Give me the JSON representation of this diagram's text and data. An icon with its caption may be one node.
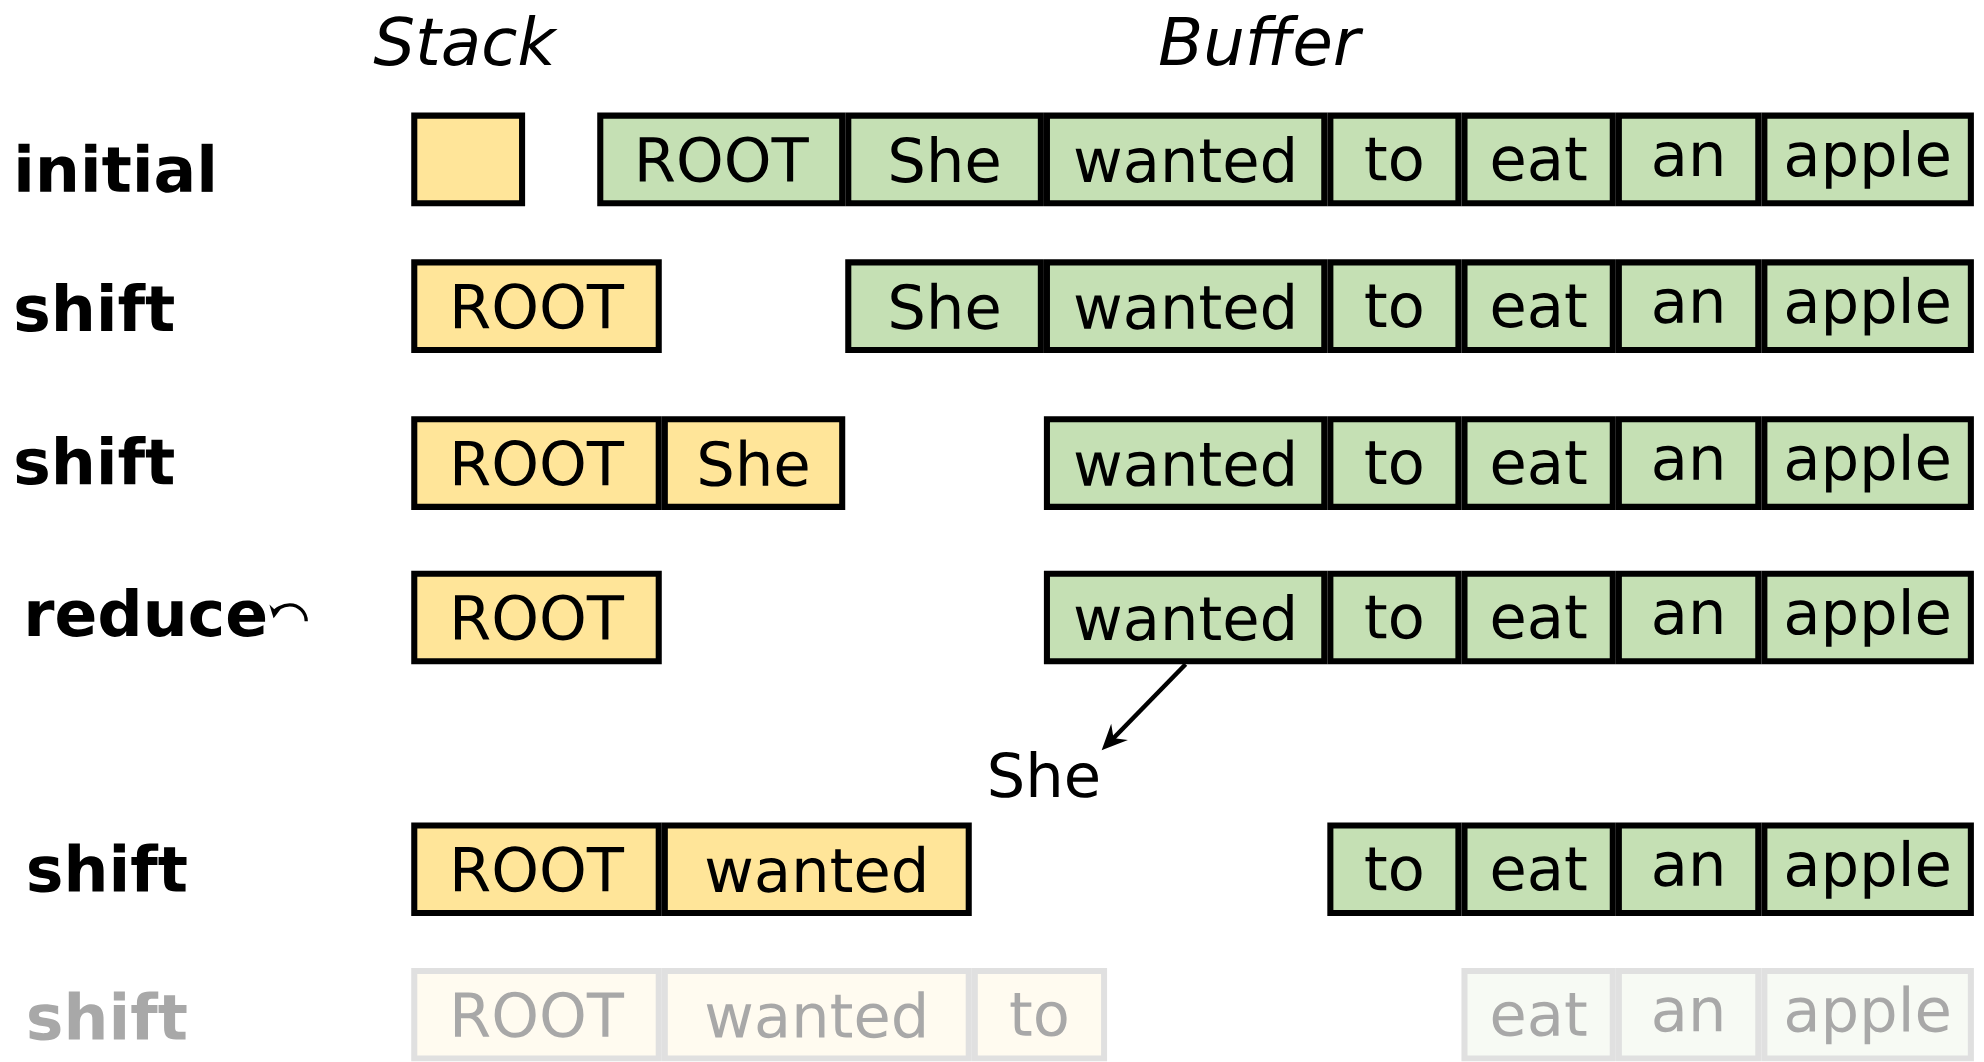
{
  "diagram": {
    "nodes": [
      {
        "text": [],
        "shape": "box"
      },
      {
        "text": [
          "ROOT"
        ]
      },
      {
        "text": [
          "She"
        ]
      },
      {
        "text": [
          "wanted"
        ]
      },
      {
        "text": [
          "to"
        ]
      },
      {
        "text": [
          "eat"
        ]
      },
      {
        "text": [
          "an"
        ]
      },
      {
        "text": [
          "apple"
        ]
      },
      {
        "text": [
          "ROOT"
        ]
      },
      {
        "text": [
          "She"
        ]
      },
      {
        "text": [
          "wanted"
        ]
      },
      {
        "text": [
          "to"
        ]
      },
      {
        "text": [
          "eat"
        ]
      },
      {
        "text": [
          "an"
        ]
      },
      {
        "text": [
          "apple"
        ]
      },
      {
        "text": [
          "ROOT"
        ]
      },
      {
        "text": [
          "She"
        ]
      },
      {
        "text": [
          "wanted"
        ]
      },
      {
        "text": [
          "to"
        ]
      },
      {
        "text": [
          "eat"
        ]
      },
      {
        "text": [
          "an"
        ]
      },
      {
        "text": [
          "apple"
        ]
      },
      {
        "text": [
          "ROOT"
        ]
      },
      {
        "text": [
          "wanted"
        ]
      },
      {
        "text": [
          "to"
        ]
      },
      {
        "text": [
          "eat"
        ]
      },
      {
        "text": [
          "an"
        ]
      },
      {
        "text": [
          "apple"
        ]
      },
      {
        "text": [
          "She"
        ]
      },
      {
        "text": [
          "ROOT"
        ]
      },
      {
        "text": [
          "wanted"
        ]
      },
      {
        "text": [
          "to"
        ]
      },
      {
        "text": [
          "eat"
        ]
      },
      {
        "text": [
          "an"
        ]
      },
      {
        "text": [
          "apple"
        ]
      },
      {
        "text": [
          "ROOT"
        ]
      },
      {
        "text": [
          "wanted"
        ]
      },
      {
        "text": [
          "to"
        ]
      },
      {
        "text": [
          "eat"
        ]
      },
      {
        "text": [
          "an"
        ]
      },
      {
        "text": [
          "apple"
        ]
      }
    ],
    "edges": [
      {
        "from": 23,
        "to": 28,
        "arrow": "to"
      }
    ],
    "labels": [
      "Stack",
      "Buffer",
      "initial",
      "shift",
      "shift",
      "reduce",
      "shift",
      "shift"
    ]
  }
}
